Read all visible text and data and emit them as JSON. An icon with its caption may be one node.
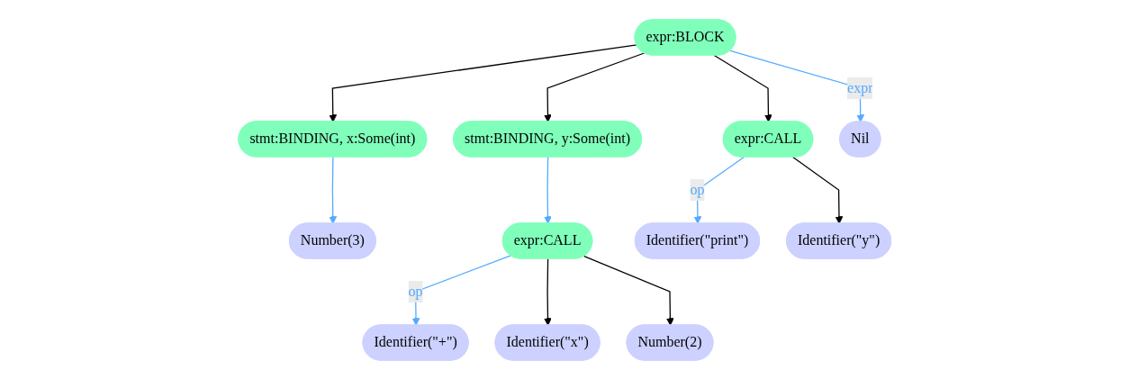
{
  "diagram": {
    "nodes": [
      {
        "text": [
          "expr:BLOCK"
        ]
      },
      {
        "text": [
          "stmt:BINDING, x:Some(int)"
        ]
      },
      {
        "text": [
          "stmt:BINDING, y:Some(int)"
        ]
      },
      {
        "text": [
          "expr:CALL"
        ]
      },
      {
        "text": [
          "Nil"
        ]
      },
      {
        "text": [
          "Number(3)"
        ]
      },
      {
        "text": [
          "expr:CALL"
        ]
      },
      {
        "text": [
          "Identifier(\"print\")"
        ]
      },
      {
        "text": [
          "Identifier(\"y\")"
        ]
      },
      {
        "text": [
          "Identifier(\"+\")"
        ]
      },
      {
        "text": [
          "Identifier(\"x\")"
        ]
      },
      {
        "text": [
          "Number(2)"
        ]
      }
    ],
    "edges": [
      {
        "from": 0,
        "to": 1,
        "arrow": "to"
      },
      {
        "from": 0,
        "to": 2,
        "arrow": "to"
      },
      {
        "from": 0,
        "to": 3,
        "arrow": "to"
      },
      {
        "from": 0,
        "to": 4,
        "arrow": "to",
        "label": "expr",
        "color": "#55aaff"
      },
      {
        "from": 1,
        "to": 5,
        "arrow": "to",
        "color": "#55aaff"
      },
      {
        "from": 2,
        "to": 6,
        "arrow": "to",
        "color": "#55aaff"
      },
      {
        "from": 3,
        "to": 7,
        "arrow": "to",
        "label": "op",
        "color": "#55aaff"
      },
      {
        "from": 3,
        "to": 8,
        "arrow": "to"
      },
      {
        "from": 6,
        "to": 9,
        "arrow": "to",
        "label": "op",
        "color": "#55aaff"
      },
      {
        "from": 6,
        "to": 10,
        "arrow": "to"
      },
      {
        "from": 6,
        "to": 11,
        "arrow": "to"
      }
    ]
  }
}
